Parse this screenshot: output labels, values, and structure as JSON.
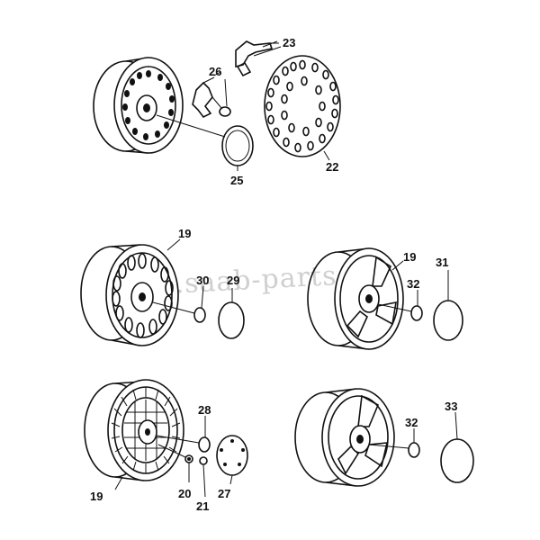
{
  "watermark": "www.saab-parts.eu",
  "callouts": {
    "c23": "23",
    "c26": "26",
    "c22": "22",
    "c25": "25",
    "c19a": "19",
    "c30": "30",
    "c29": "29",
    "c19b": "19",
    "c31": "31",
    "c32a": "32",
    "c28": "28",
    "c19c": "19",
    "c20": "20",
    "c21": "21",
    "c27": "27",
    "c32b": "32",
    "c33": "33"
  }
}
